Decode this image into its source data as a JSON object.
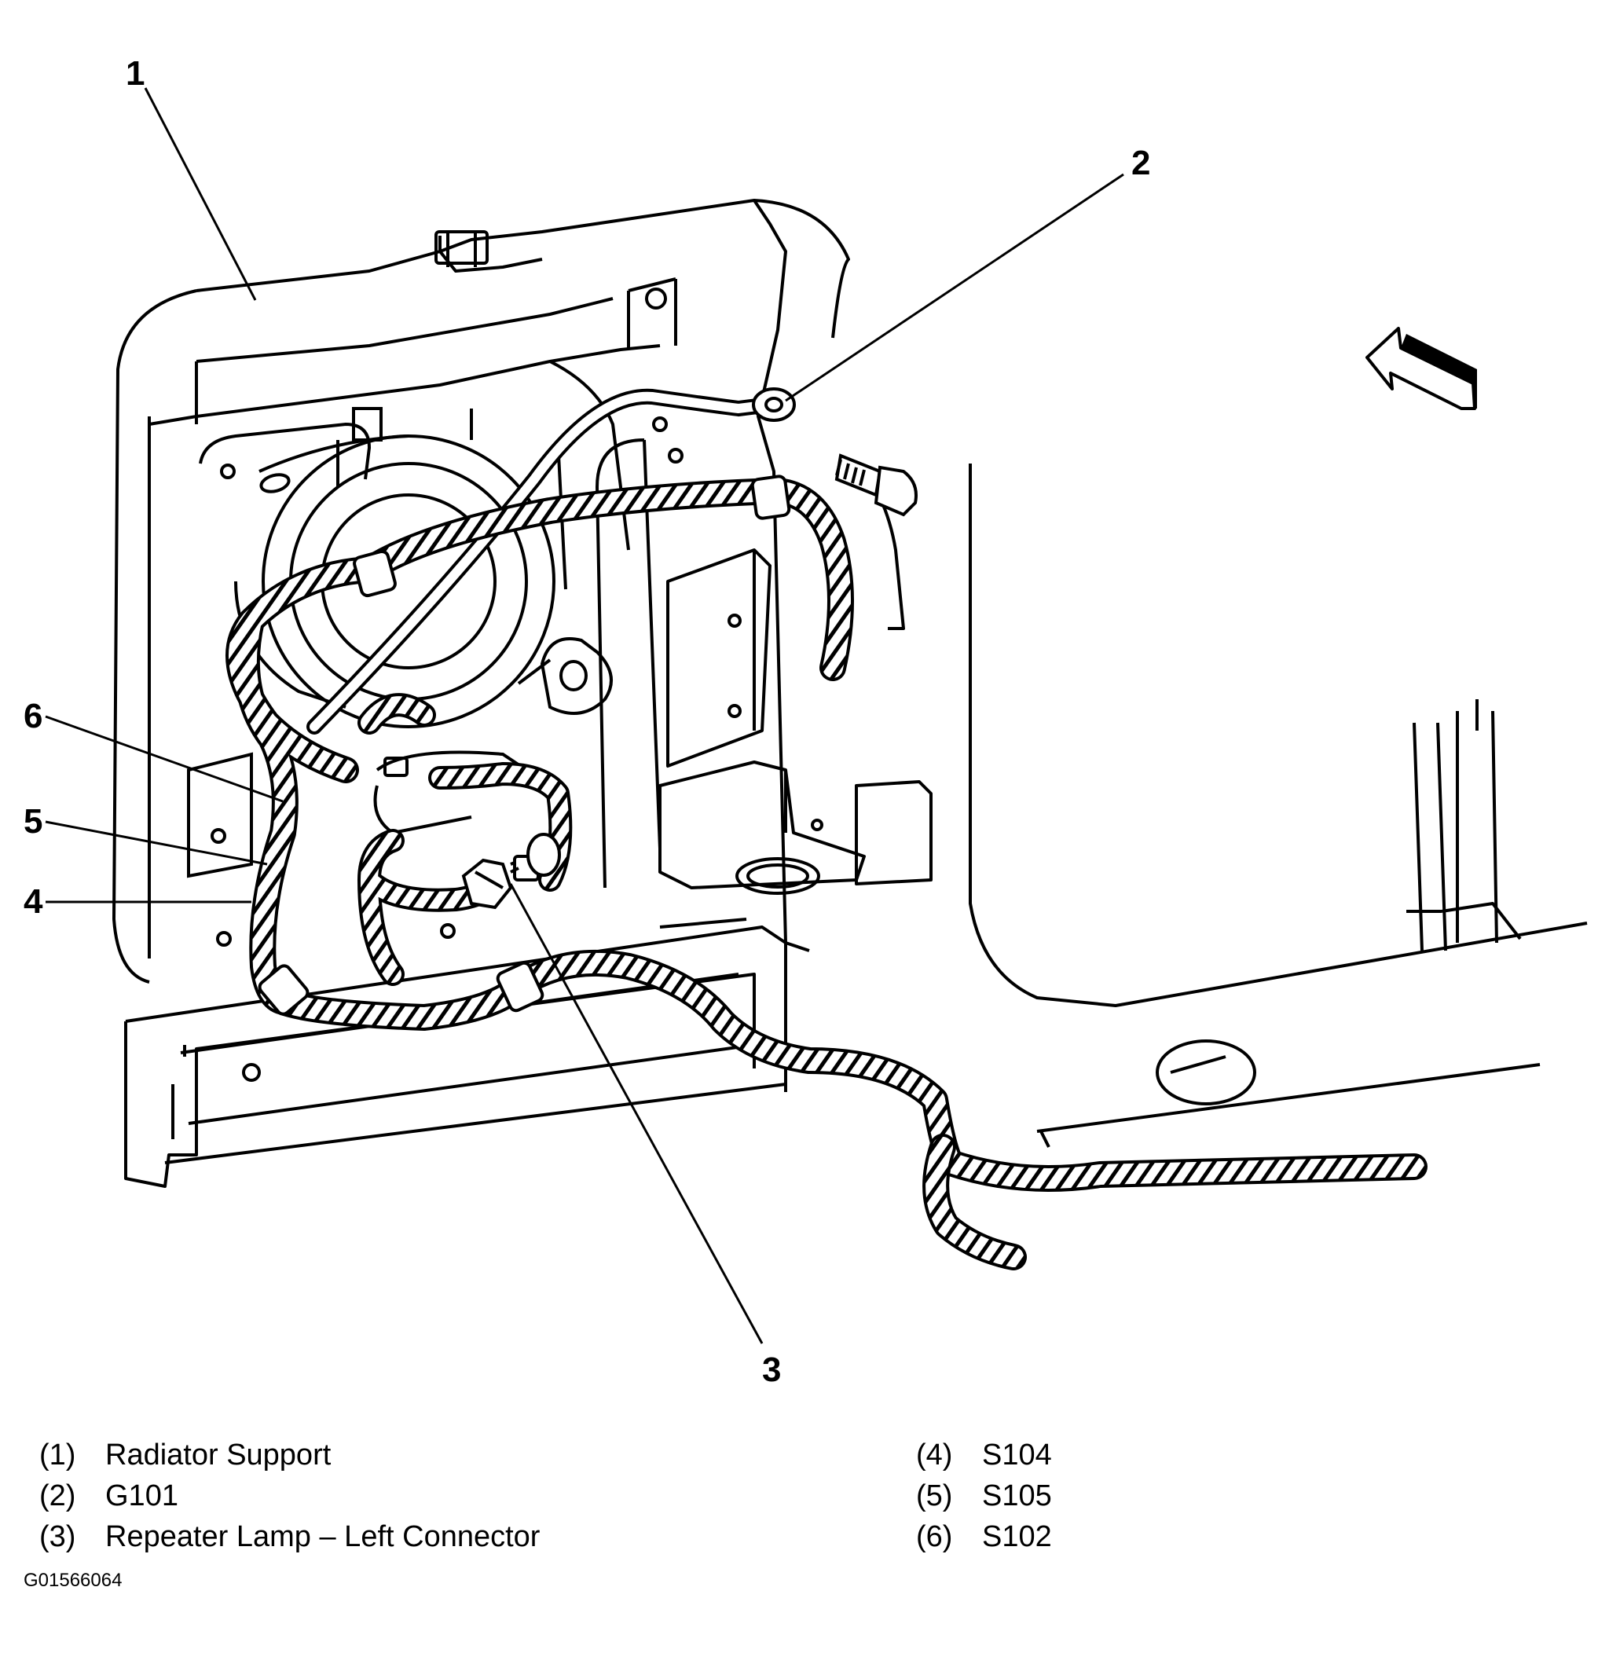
{
  "callouts": [
    {
      "number": "1",
      "key": "(1)",
      "label": "Radiator Support"
    },
    {
      "number": "2",
      "key": "(2)",
      "label": "G101"
    },
    {
      "number": "3",
      "key": "(3)",
      "label": "Repeater Lamp – Left Connector"
    },
    {
      "number": "4",
      "key": "(4)",
      "label": "S104"
    },
    {
      "number": "5",
      "key": "(5)",
      "label": "S105"
    },
    {
      "number": "6",
      "key": "(6)",
      "label": "S102"
    }
  ],
  "figure_id": "G01566064"
}
